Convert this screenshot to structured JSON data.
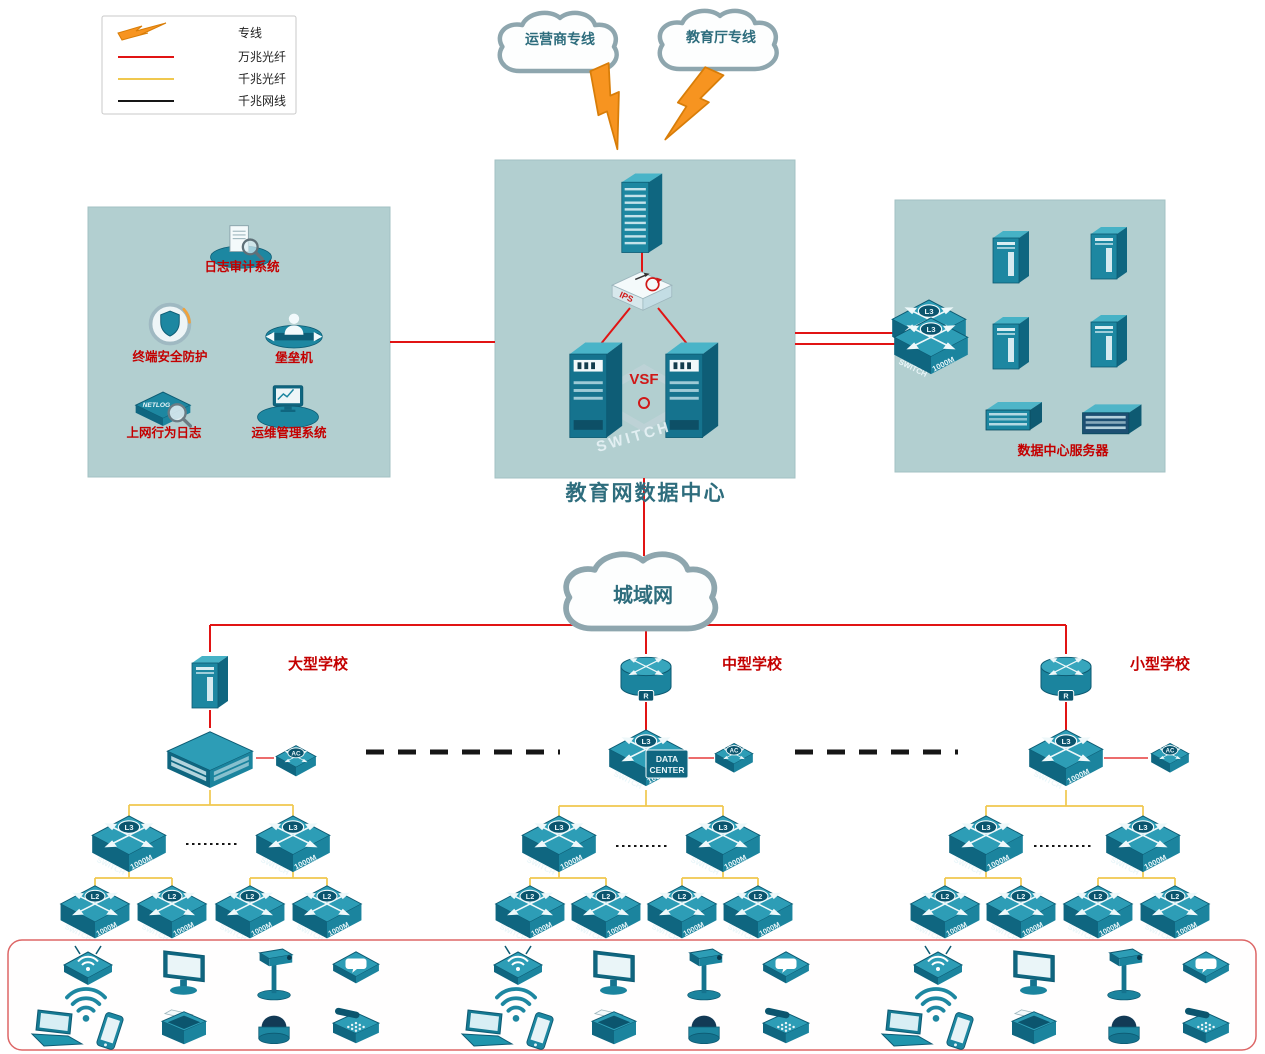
{
  "legend": {
    "items": [
      {
        "label": "专线",
        "style": "lightning",
        "color": "#f79420"
      },
      {
        "label": "万兆光纤",
        "style": "red-line",
        "color": "#e11414"
      },
      {
        "label": "千兆光纤",
        "style": "yellow-line",
        "color": "#f0c84f"
      },
      {
        "label": "千兆网线",
        "style": "black-line",
        "color": "#161616"
      }
    ]
  },
  "clouds": {
    "operator_line": "运营商专线",
    "education_line": "教育厅专线",
    "metro_network": "城域网"
  },
  "datacenter": {
    "title": "教育网数据中心",
    "vsf_label": "VSF",
    "switch_watermark": "SWITCH",
    "ips_label": "IPS"
  },
  "security_zone": {
    "log_audit": "日志审计系统",
    "terminal_security": "终端安全防护",
    "bastion_host": "堡垒机",
    "net_behavior_log": "上网行为日志",
    "ops_management": "运维管理系统",
    "netlog_device": "NETLOG"
  },
  "server_zone": {
    "caption": "数据中心服务器"
  },
  "schools": {
    "large": "大型学校",
    "medium": "中型学校",
    "small": "小型学校",
    "dc_switch_line1": "DATA",
    "dc_switch_line2": "CENTER"
  },
  "device_labels": {
    "switch": "SWITCH",
    "speed": "1000M",
    "l3": "L3",
    "l2": "L2",
    "ac": "AC",
    "router_badge": "R"
  },
  "colors": {
    "zone_background": "#b2cfd0",
    "device_teal": "#1d87a1",
    "line_10g_fiber": "#e11414",
    "line_1g_fiber": "#f0c84f",
    "line_1g_copper": "#161616",
    "dedicated_line_bolt": "#f79420",
    "label_red": "#c40000",
    "title_teal": "#2e6d7d"
  }
}
